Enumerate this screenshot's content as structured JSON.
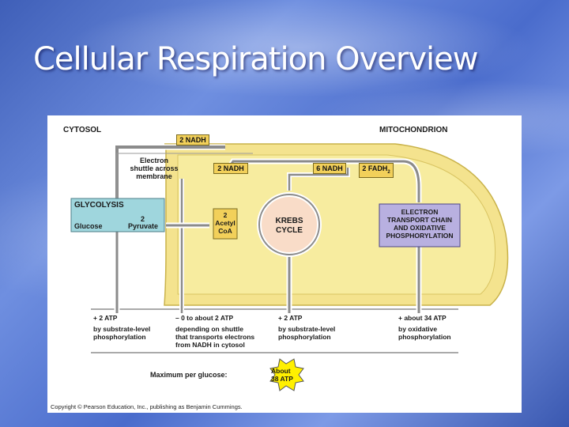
{
  "slide": {
    "title": "Cellular Respiration Overview"
  },
  "diagram": {
    "region_labels": {
      "cytosol": "CYTOSOL",
      "mitochondrion": "MITOCHONDRION"
    },
    "shuttle_label": [
      "Electron",
      "shuttle across",
      "membrane"
    ],
    "glycolysis": {
      "title": "GLYCOLYSIS",
      "input": "Glucose",
      "count": "2",
      "output": "Pyruvate"
    },
    "acetyl_coa": [
      "2",
      "Acetyl",
      "CoA"
    ],
    "krebs": [
      "KREBS",
      "CYCLE"
    ],
    "etc": [
      "ELECTRON",
      "TRANSPORT CHAIN",
      "AND OXIDATIVE",
      "PHOSPHORYLATION"
    ],
    "carriers": {
      "nadh_cytosol": "2 NADH",
      "nadh_mito": "2 NADH",
      "nadh_krebs": "6 NADH",
      "fadh2": "2 FADH",
      "fadh2_sub": "2"
    },
    "atp_yields": [
      {
        "amount": "+ 2 ATP",
        "note": [
          "by substrate-level",
          "phosphorylation"
        ]
      },
      {
        "amount": "– 0 to about 2 ATP",
        "note": [
          "depending on shuttle",
          "that transports electrons",
          "from NADH in cytosol"
        ]
      },
      {
        "amount": "+ 2 ATP",
        "note": [
          "by substrate-level",
          "phosphorylation"
        ]
      },
      {
        "amount": "+ about 34 ATP",
        "note": [
          "by oxidative",
          "phosphorylation"
        ]
      }
    ],
    "maximum_label": "Maximum per glucose:",
    "maximum_value": [
      "About",
      "38 ATP"
    ],
    "copyright": "Copyright © Pearson Education, Inc., publishing as Benjamin Cummings."
  },
  "colors": {
    "mitochondrion": "#f4e38e",
    "matrix": "#f7ec9f",
    "glycolysis_box": "#9fd6dd",
    "etc_box": "#b8b0e0",
    "carrier_tag": "#f2d05a",
    "starburst": "#fff000"
  }
}
